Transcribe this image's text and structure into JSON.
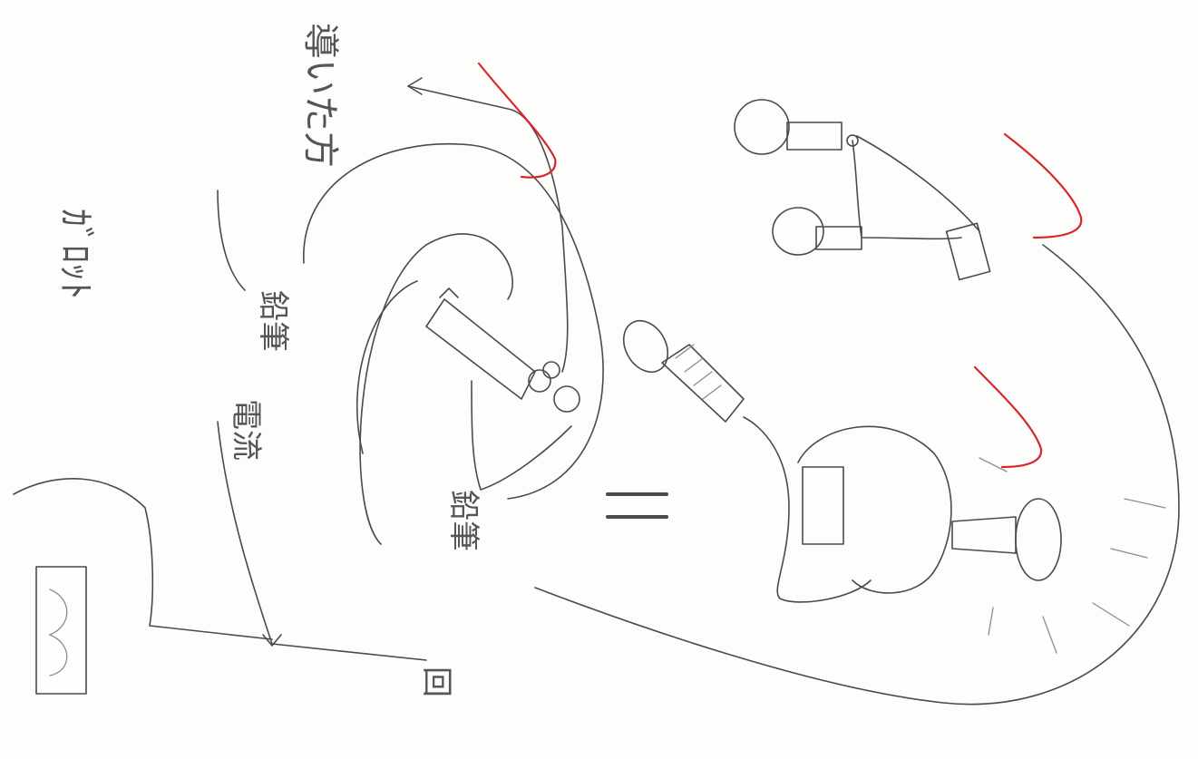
{
  "labels": {
    "header": "ｶﾞﾛｯﾄ",
    "left_shunt": "鉛筆",
    "right_shunt": "鉛筆",
    "resistor_note": "導いた方",
    "middle_text": "電流",
    "sidebox": "回"
  },
  "colors": {
    "pencil": "#4a4a4a",
    "check_mark": "#d8262a"
  }
}
